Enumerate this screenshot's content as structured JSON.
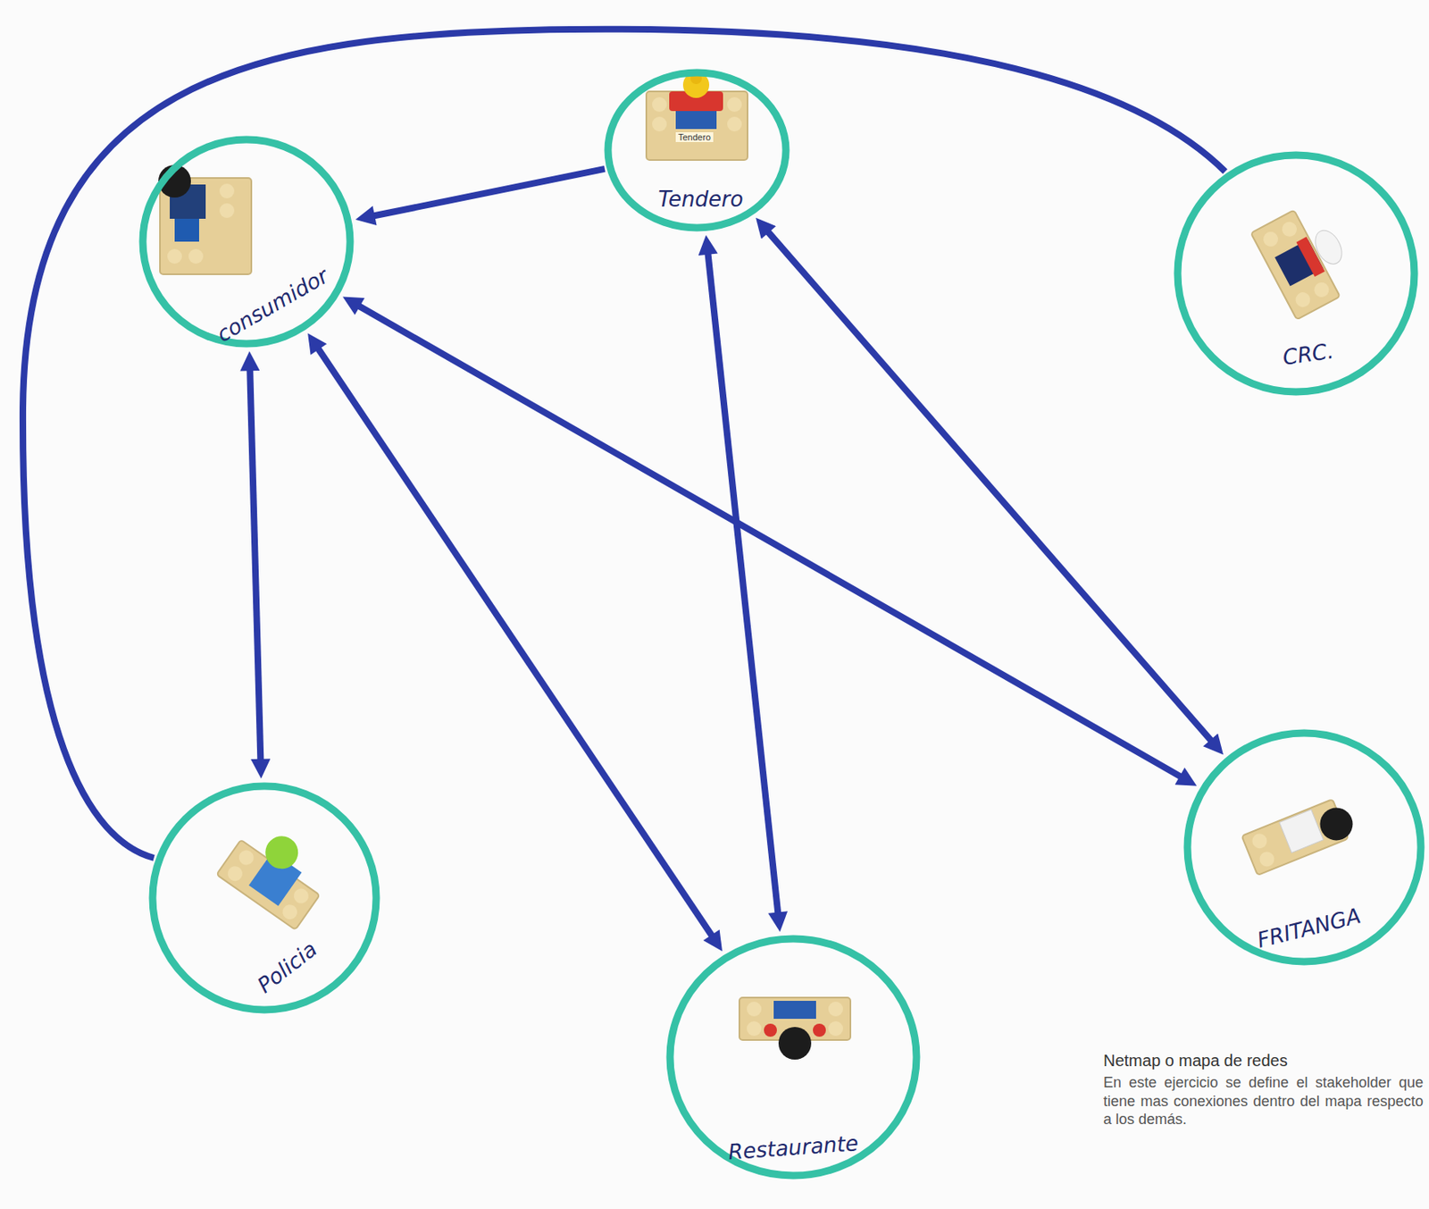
{
  "diagram": {
    "title": "Netmap o mapa de redes",
    "caption": "En este ejercicio se define el stakeholder que tiene mas conexiones dentro del mapa respecto a los demás.",
    "nodes": [
      {
        "text": [
          "Tendero"
        ]
      },
      {
        "text": [
          "consumidor"
        ]
      },
      {
        "text": [
          "CRC."
        ]
      },
      {
        "text": [
          "Policia"
        ]
      },
      {
        "text": [
          "Restaurante"
        ]
      },
      {
        "text": [
          "FRITANGA"
        ]
      }
    ],
    "edges": [
      {
        "from": 0,
        "to": 1,
        "arrow": "to"
      },
      {
        "from": 2,
        "to": 3,
        "arrow": "none"
      },
      {
        "from": 1,
        "to": 3,
        "arrow": "both"
      },
      {
        "from": 1,
        "to": 4,
        "arrow": "both"
      },
      {
        "from": 1,
        "to": 5,
        "arrow": "both"
      },
      {
        "from": 0,
        "to": 4,
        "arrow": "both"
      },
      {
        "from": 0,
        "to": 5,
        "arrow": "both"
      }
    ],
    "labels": [
      "Tendero"
    ]
  }
}
